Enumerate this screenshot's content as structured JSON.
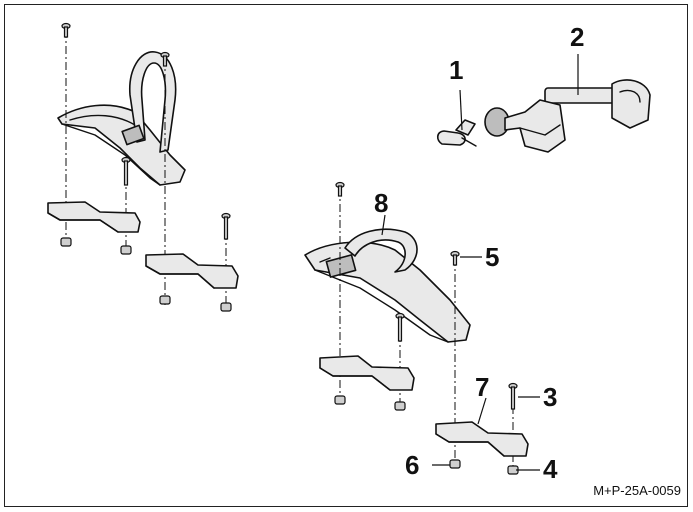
{
  "callouts": {
    "c1": "1",
    "c2": "2",
    "c3": "3",
    "c4": "4",
    "c5": "5",
    "c6": "6",
    "c7": "7",
    "c8": "8"
  },
  "drawing_code": "M+P-25A-0059",
  "colors": {
    "line": "#111111",
    "fill": "#e9e9e9",
    "shade": "#bdbdbd",
    "background": "#ffffff"
  }
}
